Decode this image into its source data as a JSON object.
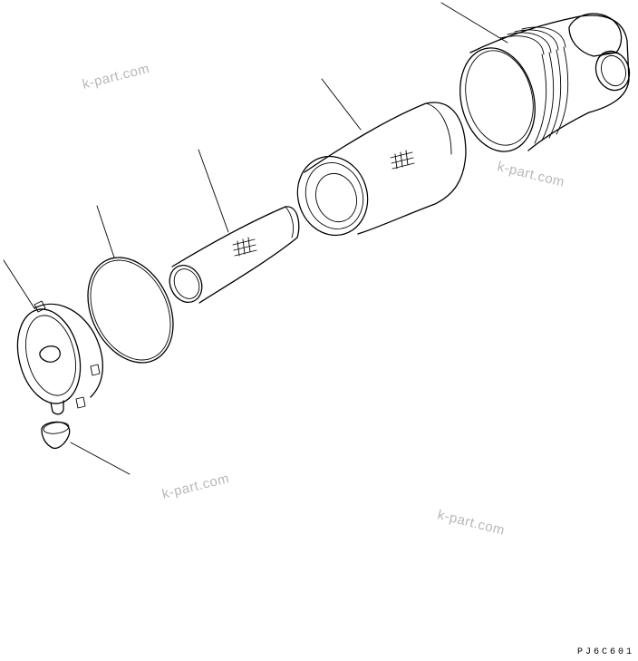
{
  "watermark": {
    "text": "k-part.com",
    "color": "#b8b8b8"
  },
  "drawing_code": "PJ6C601",
  "parts": [
    {
      "name": "filter-housing-body"
    },
    {
      "name": "outer-filter-element"
    },
    {
      "name": "inner-safety-element"
    },
    {
      "name": "o-ring-seal"
    },
    {
      "name": "end-cover"
    },
    {
      "name": "dust-evacuator-valve"
    }
  ]
}
